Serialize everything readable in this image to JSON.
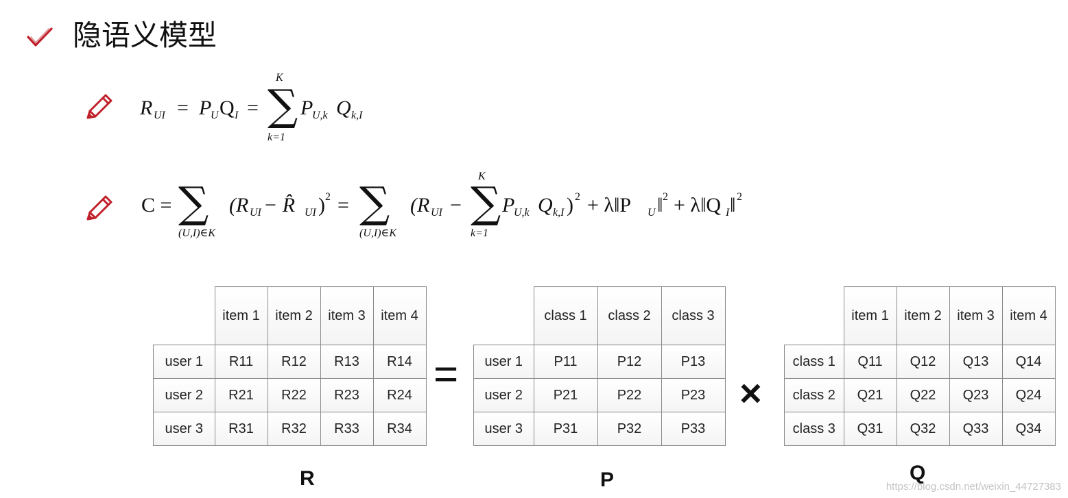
{
  "title": "隐语义模型",
  "icons": {
    "title_icon": "checkmark-icon",
    "formula_icon": "pencil-icon",
    "accent_color": "#c0202a"
  },
  "formula1": {
    "lhs": "R",
    "lhs_sub": "UI",
    "eq1": "=",
    "p": "P",
    "p_sub": "U",
    "q": "Q",
    "q_sub": "I",
    "eq2": "=",
    "sum_upper": "K",
    "sum_lower": "k=1",
    "term_p": "P",
    "term_p_sub": "U,k",
    "term_q": "Q",
    "term_q_sub": "k,I"
  },
  "formula2": {
    "c": "C =",
    "sum1_lower": "(U,I)∈K",
    "part1": "(R",
    "part1_sub": "UI",
    "minus1": " − R̂",
    "part1b_sub": "UI",
    "part1_close": ")",
    "sq1": "2",
    "eq": "=",
    "sum2_lower": "(U,I)∈K",
    "part2": "(R",
    "part2_sub": "UI",
    "minus2": "−",
    "sum3_upper": "K",
    "sum3_lower": "k=1",
    "term_p": "P",
    "term_p_sub": "U,k",
    "term_q": "Q",
    "term_q_sub": "k,I",
    "close": ")",
    "sq2": "2",
    "reg1": "+ λ‖P",
    "reg1_sub": "U",
    "reg1_close": "‖",
    "sq3": "2",
    "reg2": "+ λ‖Q",
    "reg2_sub": "I",
    "reg2_close": "‖",
    "sq4": "2"
  },
  "matrix_r": {
    "label": "R",
    "columns": [
      "item 1",
      "item 2",
      "item 3",
      "item 4"
    ],
    "rows": [
      {
        "name": "user 1",
        "cells": [
          "R11",
          "R12",
          "R13",
          "R14"
        ]
      },
      {
        "name": "user 2",
        "cells": [
          "R21",
          "R22",
          "R23",
          "R24"
        ]
      },
      {
        "name": "user 3",
        "cells": [
          "R31",
          "R32",
          "R33",
          "R34"
        ]
      }
    ]
  },
  "matrix_p": {
    "label": "P",
    "columns": [
      "class 1",
      "class 2",
      "class 3"
    ],
    "rows": [
      {
        "name": "user 1",
        "cells": [
          "P11",
          "P12",
          "P13"
        ]
      },
      {
        "name": "user 2",
        "cells": [
          "P21",
          "P22",
          "P23"
        ]
      },
      {
        "name": "user 3",
        "cells": [
          "P31",
          "P32",
          "P33"
        ]
      }
    ]
  },
  "matrix_q": {
    "label": "Q",
    "columns": [
      "item 1",
      "item 2",
      "item 3",
      "item 4"
    ],
    "rows": [
      {
        "name": "class 1",
        "cells": [
          "Q11",
          "Q12",
          "Q13",
          "Q14"
        ]
      },
      {
        "name": "class 2",
        "cells": [
          "Q21",
          "Q22",
          "Q23",
          "Q24"
        ]
      },
      {
        "name": "class 3",
        "cells": [
          "Q31",
          "Q32",
          "Q33",
          "Q34"
        ]
      }
    ]
  },
  "operators": {
    "equals": "=",
    "times": "×"
  },
  "watermark": "https://blog.csdn.net/weixin_44727383"
}
